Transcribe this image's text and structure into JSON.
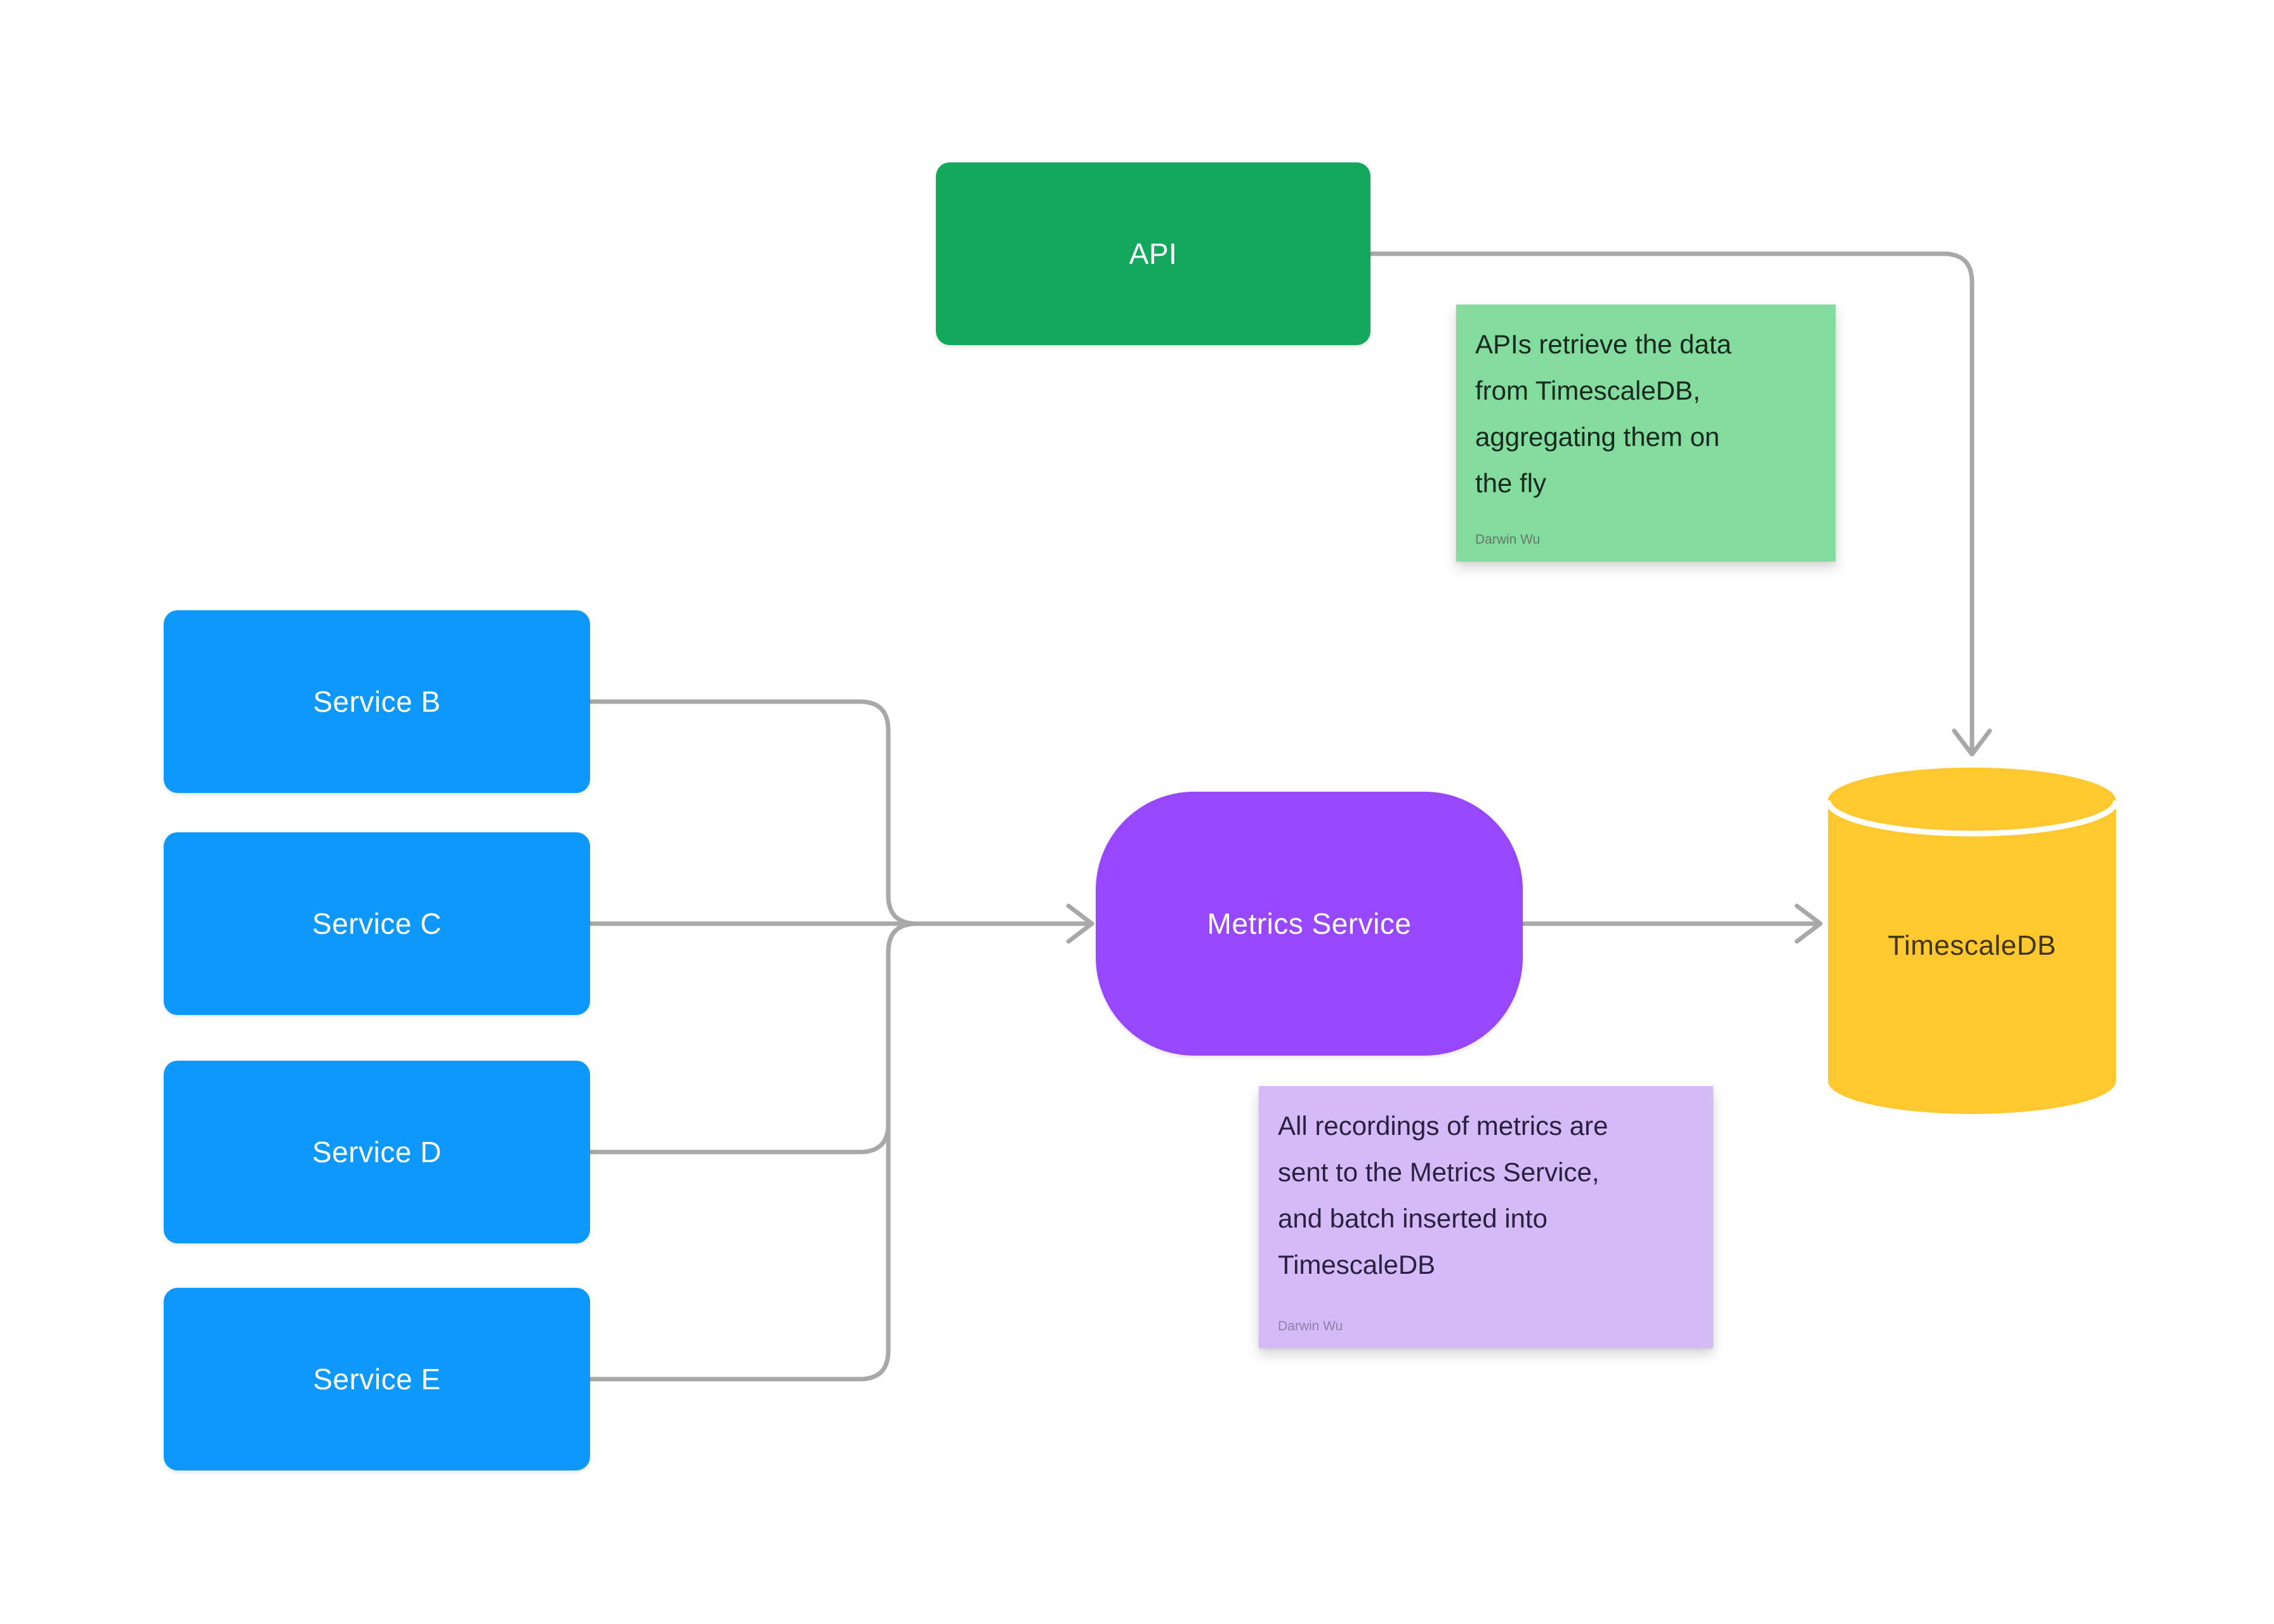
{
  "canvas": {
    "background": "#FFFFFF"
  },
  "connectors": {
    "color": "#A8A8A8"
  },
  "nodes": {
    "api": {
      "label": "API",
      "color": "#14A85C",
      "text_color": "#FFFFFF"
    },
    "service_b": {
      "label": "Service B",
      "color": "#0F98FC",
      "text_color": "#FFFFFF"
    },
    "service_c": {
      "label": "Service C",
      "color": "#0F98FC",
      "text_color": "#FFFFFF"
    },
    "service_d": {
      "label": "Service D",
      "color": "#0F98FC",
      "text_color": "#FFFFFF"
    },
    "service_e": {
      "label": "Service E",
      "color": "#0F98FC",
      "text_color": "#FFFFFF"
    },
    "metrics_service": {
      "label": "Metrics Service",
      "color": "#9747FD",
      "text_color": "#FFFFFF"
    },
    "timescaledb": {
      "label": "TimescaleDB",
      "color": "#FFC82E",
      "text_color": "#3F3512",
      "lid_separator_color": "#FFFFFF"
    }
  },
  "notes": {
    "api_note": {
      "lines": [
        "APIs retrieve the data",
        "from TimescaleDB,",
        "aggregating them on",
        "the fly"
      ],
      "author": "Darwin Wu",
      "color": "#84DB9E",
      "text_color": "#17291F",
      "author_color": "#64796C"
    },
    "metrics_note": {
      "lines": [
        "All recordings of metrics are",
        "sent to the Metrics Service,",
        "and batch inserted into",
        "TimescaleDB"
      ],
      "author": "Darwin Wu",
      "color": "#D5BAF8",
      "text_color": "#2A2140",
      "author_color": "#8F7FA8"
    }
  }
}
